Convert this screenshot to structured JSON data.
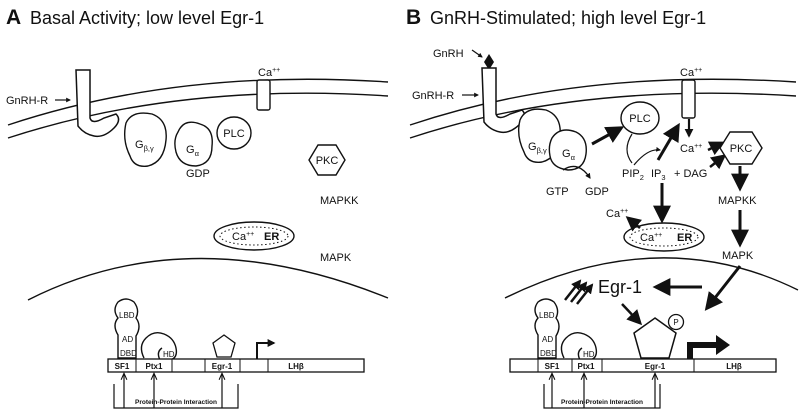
{
  "panel_a": {
    "letter": "A",
    "title": "Basal Activity; low level Egr-1",
    "gnrh_r": "GnRH-R",
    "ca_channel": "Ca",
    "ca_sup": "++",
    "g_by": "G",
    "g_by_sub": "β,γ",
    "g_a": "G",
    "g_a_sub": "α",
    "gdp": "GDP",
    "plc": "PLC",
    "pkc": "PKC",
    "mapkk": "MAPKK",
    "mapk": "MAPK",
    "er_ca": "Ca",
    "er_ca_sup": "++",
    "er": "ER",
    "lbd": "LBD",
    "ad": "AD",
    "dbd": "DBD",
    "hd": "HD",
    "sf1": "SF1",
    "ptx1": "Ptx1",
    "egr1_site": "Egr-1",
    "lhb": "LHβ",
    "ppi": "Protein-Protein Interaction"
  },
  "panel_b": {
    "letter": "B",
    "title": "GnRH-Stimulated; high level Egr-1",
    "gnrh": "GnRH",
    "gnrh_r": "GnRH-R",
    "ca_channel": "Ca",
    "ca_sup": "++",
    "g_by": "G",
    "g_by_sub": "β,γ",
    "g_a": "G",
    "g_a_sub": "α",
    "gtp": "GTP",
    "gdp": "GDP",
    "plc": "PLC",
    "pip": "PIP",
    "pip_sub": "2",
    "ip": "IP",
    "ip_sub": "3",
    "plus_dag": "+ DAG",
    "ca_mid": "Ca",
    "ca_mid_sup": "++",
    "ca_er_release": "Ca",
    "ca_er_release_sup": "++",
    "pkc": "PKC",
    "mapkk": "MAPKK",
    "mapk": "MAPK",
    "er_ca": "Ca",
    "er_ca_sup": "++",
    "er": "ER",
    "egr1_big": "Egr-1",
    "phospho": "P",
    "lbd": "LBD",
    "ad": "AD",
    "dbd": "DBD",
    "hd": "HD",
    "sf1": "SF1",
    "ptx1": "Ptx1",
    "egr1_site": "Egr-1",
    "lhb": "LHβ",
    "ppi": "Protein-Protein Interaction"
  },
  "colors": {
    "ink": "#111111",
    "background": "#ffffff",
    "light_fill": "#ffffff"
  }
}
